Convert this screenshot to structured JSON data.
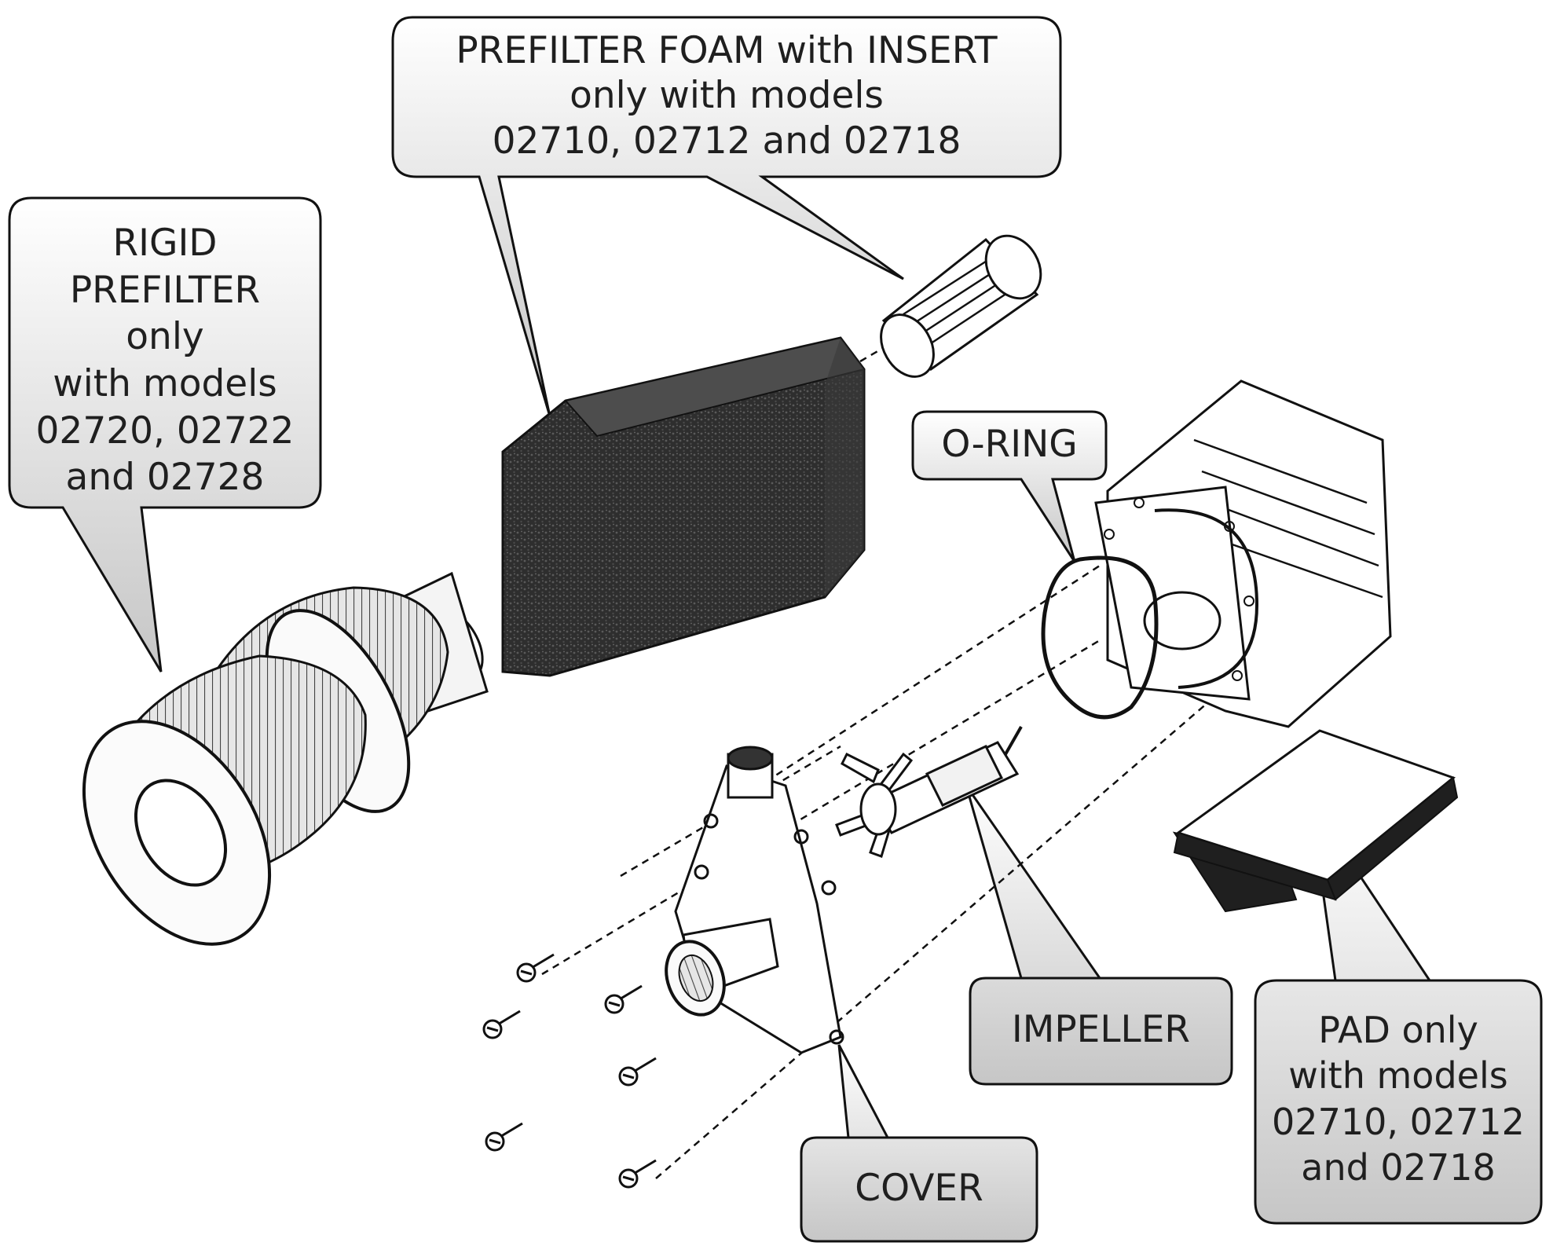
{
  "callouts": {
    "prefilter_foam": {
      "lines": [
        "PREFILTER FOAM with INSERT",
        "only with models",
        "02710, 02712 and 02718"
      ]
    },
    "rigid_prefilter": {
      "lines": [
        "RIGID",
        "PREFILTER",
        "only",
        "with models",
        "02720, 02722",
        "and 02728"
      ]
    },
    "o_ring": {
      "lines": [
        "O-RING"
      ]
    },
    "impeller": {
      "lines": [
        "IMPELLER"
      ]
    },
    "cover": {
      "lines": [
        "COVER"
      ]
    },
    "pad": {
      "lines": [
        "PAD only",
        "with models",
        "02710, 02712",
        "and 02718"
      ]
    }
  },
  "colors": {
    "line": "#111111",
    "foam": "#3a3a3a",
    "callout_fill_top": "#ffffff",
    "callout_fill_bottom": "#c9c9c9"
  }
}
